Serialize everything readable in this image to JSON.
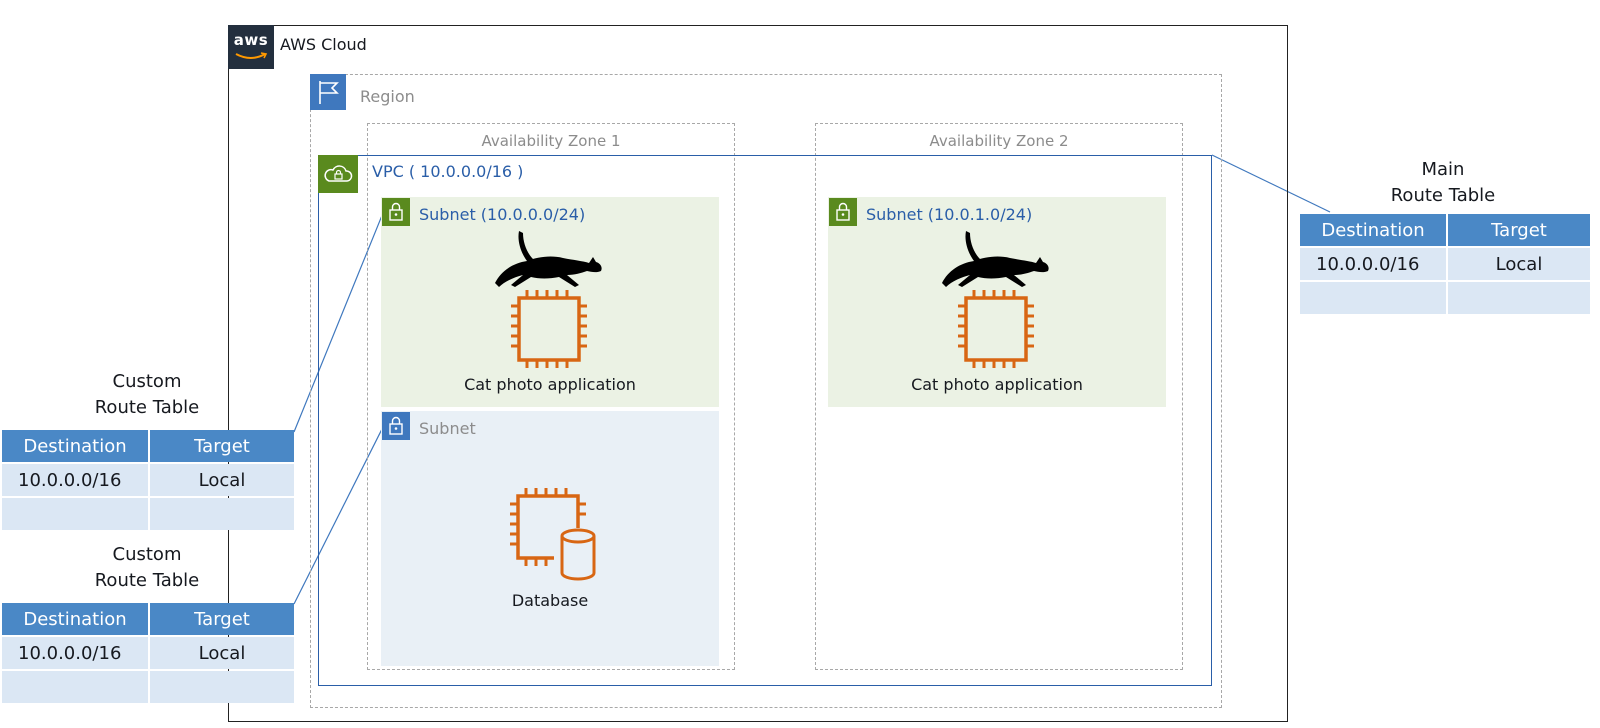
{
  "cloud": {
    "label": "AWS Cloud",
    "logo_text": "aws"
  },
  "region": {
    "label": "Region"
  },
  "availability_zones": [
    {
      "label": "Availability Zone 1"
    },
    {
      "label": "Availability Zone 2"
    }
  ],
  "vpc": {
    "label": "VPC  ( 10.0.0.0/16 )"
  },
  "subnets": [
    {
      "label": "Subnet   (10.0.0.0/24)",
      "app": "Cat photo application"
    },
    {
      "label": "Subnet",
      "app": "Database"
    },
    {
      "label": "Subnet   (10.0.1.0/24)",
      "app": "Cat photo application"
    }
  ],
  "route_tables": {
    "main": {
      "title_line1": "Main",
      "title_line2": "Route Table",
      "headers": [
        "Destination",
        "Target"
      ],
      "rows": [
        [
          "10.0.0.0/16",
          "Local"
        ],
        [
          "",
          ""
        ]
      ]
    },
    "custom1": {
      "title_line1": "Custom",
      "title_line2": "Route Table",
      "headers": [
        "Destination",
        "Target"
      ],
      "rows": [
        [
          "10.0.0.0/16",
          "Local"
        ],
        [
          "",
          ""
        ]
      ]
    },
    "custom2": {
      "title_line1": "Custom",
      "title_line2": "Route Table",
      "headers": [
        "Destination",
        "Target"
      ],
      "rows": [
        [
          "10.0.0.0/16",
          "Local"
        ],
        [
          "",
          ""
        ]
      ]
    }
  },
  "colors": {
    "vpc_border": "#2a5ea8",
    "vpc_icon": "#5a8a1e",
    "region_icon": "#3f78be",
    "compute_orange": "#d86613",
    "public_subnet_bg": "#ebf2e4",
    "private_subnet_bg": "#e9f0f6",
    "table_header": "#4a88c6",
    "table_cell": "#dbe7f4"
  },
  "icons": [
    "aws-logo-icon",
    "region-flag-icon",
    "vpc-cloud-lock-icon",
    "subnet-lock-icon",
    "ec2-instance-icon",
    "database-instance-icon",
    "cat-icon"
  ]
}
